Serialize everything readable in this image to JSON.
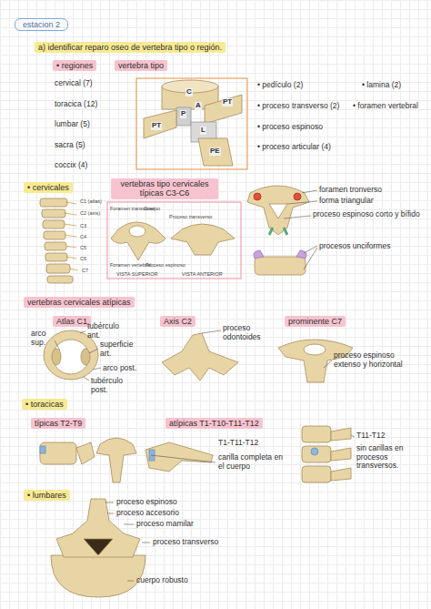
{
  "diagram": {
    "nodes": [
      {
        "text": [
          "estacion 2"
        ]
      },
      {
        "text": [
          "a) identificar reparo oseo de vertebra tipo o región."
        ]
      },
      {
        "text": [
          "• regiones"
        ]
      },
      {
        "text": [
          "vertebra tipo"
        ]
      },
      {
        "text": [
          "• cervicales"
        ]
      },
      {
        "text": [
          "vertebras tipo cervicales típicas C3-C6"
        ]
      },
      {
        "text": [
          "vertebras cervicales atípicas"
        ]
      },
      {
        "text": [
          "Atlas C1"
        ]
      },
      {
        "text": [
          "Axis C2"
        ]
      },
      {
        "text": [
          "prominente C7"
        ]
      },
      {
        "text": [
          "• toracicas"
        ]
      },
      {
        "text": [
          "típicas T2-T9"
        ]
      },
      {
        "text": [
          "atípicas T1-T10-T11-T12"
        ]
      },
      {
        "text": [
          "• lumbares"
        ]
      }
    ],
    "labels": [
      "cervical (7)",
      "toracica (12)",
      "lumbar (5)",
      "sacra (5)",
      "coccix (4)",
      "C",
      "P",
      "A",
      "PT",
      "L",
      "PE",
      "PT",
      "• pedículo (2)",
      "• lamina (2)",
      "• proceso transverso (2)",
      "• foramen vertebral",
      "• proceso espinoso",
      "• proceso articular (4)",
      "C1 (atlas)",
      "C2 (axis)",
      "C3",
      "C4",
      "C5",
      "C6",
      "C7",
      "Foramen transverso",
      "Cuerpo",
      "Proceso transverso",
      "Foramen vertebral",
      "Proceso espinoso",
      "VISTA SUPERIOR",
      "VISTA ANTERIOR",
      "foramen tronverso",
      "forma triangular",
      "proceso espinoso corto y bífido",
      "procesos unciformes",
      "arco sup.",
      "tubérculo ant.",
      "superficie art.",
      "arco post.",
      "tubérculo post.",
      "proceso odontoides",
      "proceso espinoso extenso y horizontal",
      "T1-T11-T12",
      "carilla completa en el cuerpo",
      "T11-T12",
      "sin carillas en procesos transversos.",
      "proceso espinoso",
      "proceso accesorio",
      "proceso mamilar",
      "proceso transverso",
      "cuerpo robusto"
    ]
  }
}
